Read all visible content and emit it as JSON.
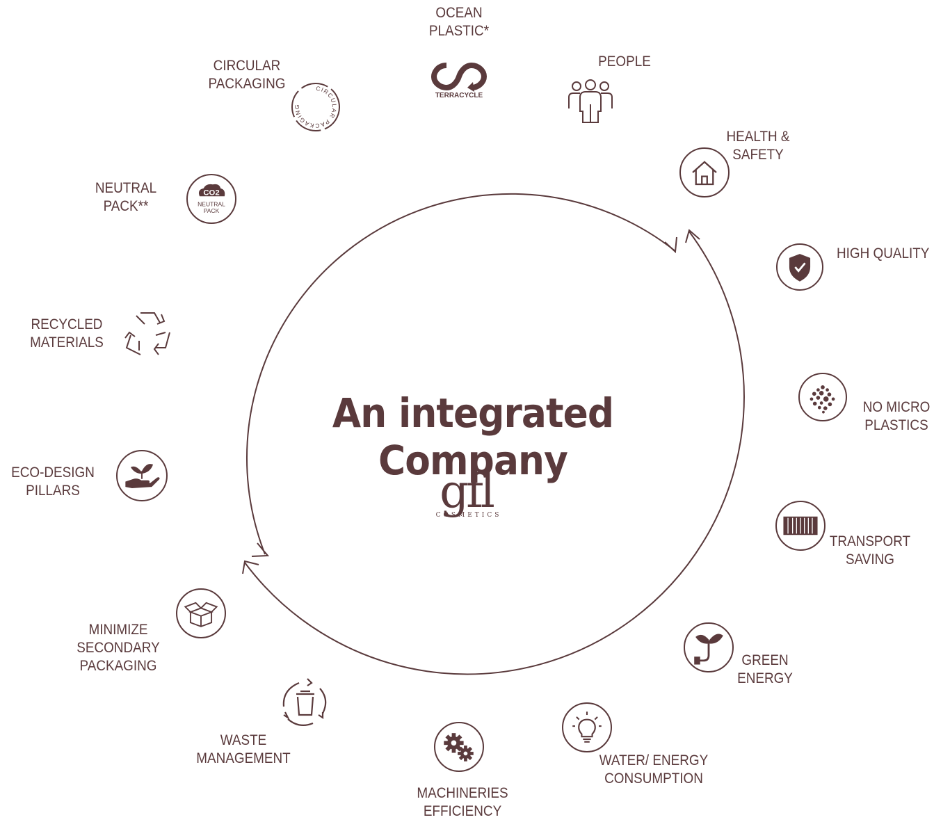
{
  "title": "An integrated Company",
  "logo": {
    "mark": "gfl",
    "sub": "COSMETICS"
  },
  "items": {
    "ocean_plastic": {
      "line1": "OCEAN",
      "line2": "PLASTIC*",
      "icon": "terracycle-icon",
      "icon_text": "TERRACYCLE"
    },
    "people": {
      "line1": "PEOPLE",
      "icon": "people-icon"
    },
    "health_safety": {
      "line1": "HEALTH &",
      "line2": "SAFETY",
      "icon": "house-icon"
    },
    "high_quality": {
      "line1": "HIGH QUALITY",
      "icon": "shield-check-icon"
    },
    "no_micro_plastics": {
      "line1": "NO MICRO",
      "line2": "PLASTICS",
      "icon": "microbeads-icon"
    },
    "transport_saving": {
      "line1": "TRANSPORT",
      "line2": "SAVING",
      "icon": "container-icon"
    },
    "green_energy": {
      "line1": "GREEN",
      "line2": "ENERGY",
      "icon": "plant-plug-icon"
    },
    "water_energy": {
      "line1": "WATER/ ENERGY",
      "line2": "CONSUMPTION",
      "icon": "lightbulb-icon"
    },
    "machineries": {
      "line1": "MACHINERIES",
      "line2": "EFFICIENCY",
      "icon": "gears-icon"
    },
    "waste": {
      "line1": "WASTE",
      "line2": "MANAGEMENT",
      "icon": "recycle-bin-icon"
    },
    "minimize": {
      "line1": "MINIMIZE",
      "line2": "SECONDARY",
      "line3": "PACKAGING",
      "icon": "open-box-icon"
    },
    "eco_design": {
      "line1": "ECO-DESIGN",
      "line2": "PILLARS",
      "icon": "hand-sprout-icon"
    },
    "recycled": {
      "line1": "RECYCLED",
      "line2": "MATERIALS",
      "icon": "recycle-icon"
    },
    "neutral_pack": {
      "line1": "NEUTRAL",
      "line2": "PACK**",
      "icon": "co2-cloud-icon",
      "icon_text1": "CO2",
      "icon_text2": "NEUTRAL",
      "icon_text3": "PACK"
    },
    "circular_packaging": {
      "line1": "CIRCULAR",
      "line2": "PACKAGING",
      "icon": "circular-packaging-icon",
      "icon_text": "CIRCULAR PACKAGING"
    }
  },
  "colors": {
    "primary": "#5a3a3c",
    "background": "#ffffff"
  }
}
